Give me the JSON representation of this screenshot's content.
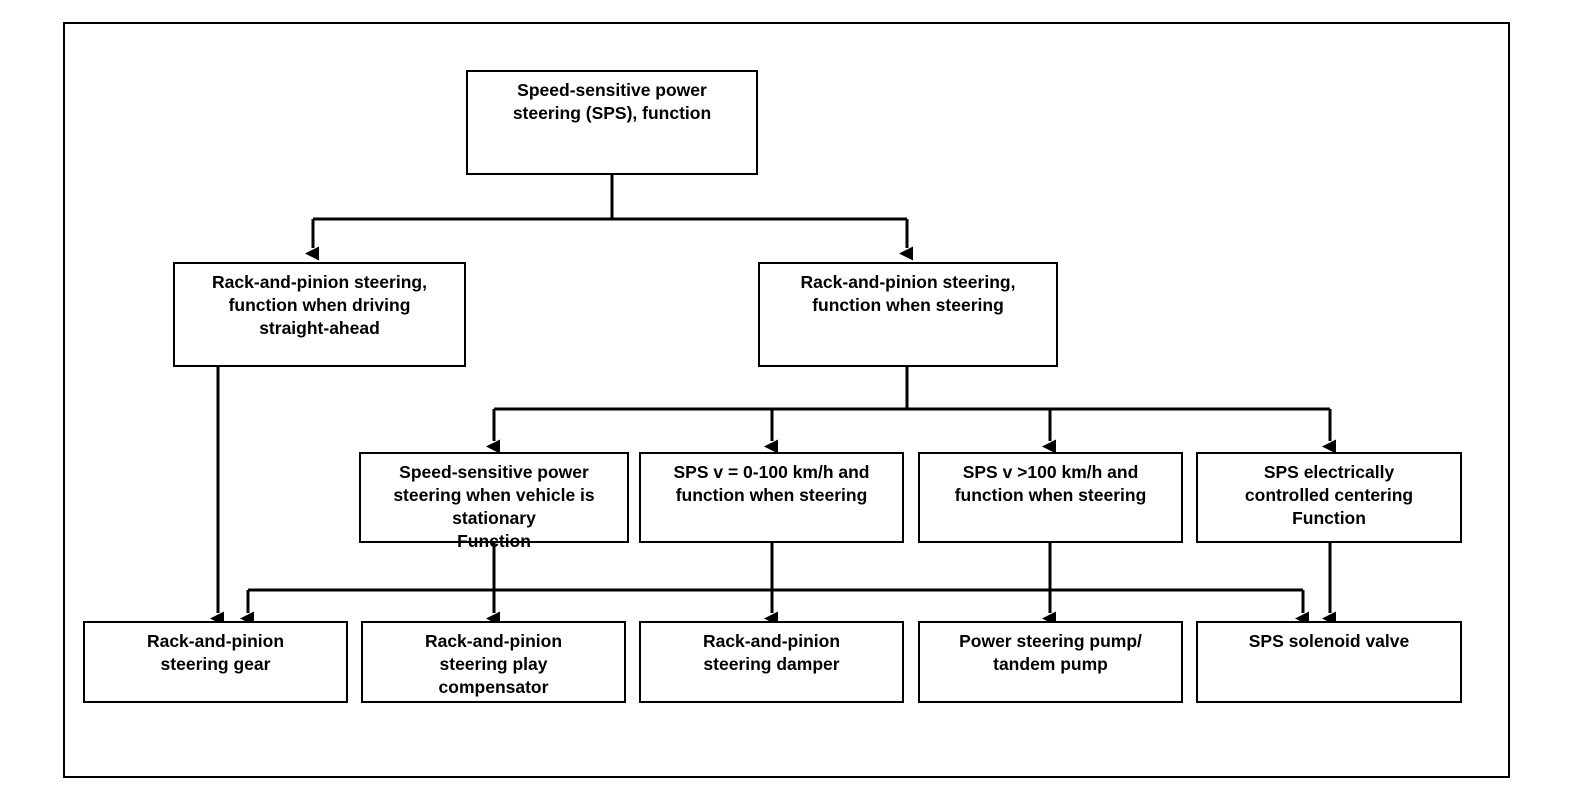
{
  "diagram": {
    "title": "Speed-sensitive power steering (SPS), function",
    "type": "hierarchical-flowchart",
    "frame_color": "#000000",
    "box_fill": "#ffffff",
    "line_color": "#000000",
    "nodes": [
      {
        "id": "root",
        "label": "Speed-sensitive power\nsteering (SPS), function",
        "level": 0
      },
      {
        "id": "straight",
        "label": "Rack-and-pinion steering,\nfunction when driving\nstraight-ahead",
        "level": 1
      },
      {
        "id": "steering",
        "label": "Rack-and-pinion steering,\nfunction when steering",
        "level": 1
      },
      {
        "id": "stationary",
        "label": "Speed-sensitive power\nsteering when vehicle is\nstationary\nFunction",
        "level": 2
      },
      {
        "id": "v0to100",
        "label": "SPS v = 0-100 km/h and\nfunction when steering",
        "level": 2
      },
      {
        "id": "vover100",
        "label": "SPS v >100 km/h and\nfunction when steering",
        "level": 2
      },
      {
        "id": "centering",
        "label": "SPS electrically\ncontrolled centering\nFunction",
        "level": 2
      },
      {
        "id": "gear",
        "label": "Rack-and-pinion\nsteering gear",
        "level": 3
      },
      {
        "id": "play",
        "label": "Rack-and-pinion\nsteering play\ncompensator",
        "level": 3
      },
      {
        "id": "damper",
        "label": "Rack-and-pinion\nsteering damper",
        "level": 3
      },
      {
        "id": "pump",
        "label": "Power steering pump/\ntandem pump",
        "level": 3
      },
      {
        "id": "solenoid",
        "label": "SPS solenoid valve",
        "level": 3
      }
    ],
    "edges": [
      {
        "from": "root",
        "to": "straight"
      },
      {
        "from": "root",
        "to": "steering"
      },
      {
        "from": "steering",
        "to": "stationary"
      },
      {
        "from": "steering",
        "to": "v0to100"
      },
      {
        "from": "steering",
        "to": "vover100"
      },
      {
        "from": "steering",
        "to": "centering"
      },
      {
        "from": "straight",
        "to": "gear"
      },
      {
        "from": "stationary",
        "to": "gear"
      },
      {
        "from": "stationary",
        "to": "play"
      },
      {
        "from": "v0to100",
        "to": "damper"
      },
      {
        "from": "vover100",
        "to": "pump"
      },
      {
        "from": "stationary",
        "to": "solenoid"
      },
      {
        "from": "centering",
        "to": "solenoid"
      }
    ]
  }
}
